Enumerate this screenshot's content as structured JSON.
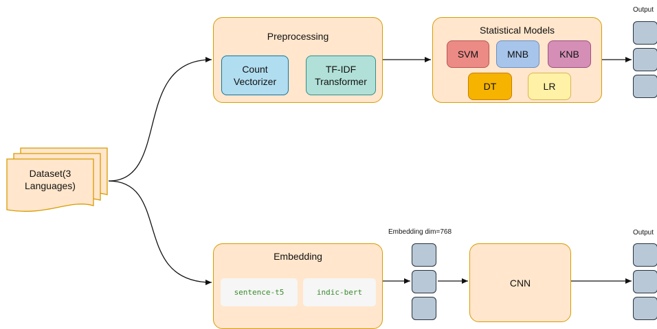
{
  "dataset": {
    "label_line1": "Dataset(3",
    "label_line2": "Languages)"
  },
  "preprocessing": {
    "title": "Preprocessing",
    "count_vectorizer": [
      "Count",
      "Vectorizer"
    ],
    "tfidf": [
      "TF-IDF",
      "Transformer"
    ]
  },
  "statistical_models": {
    "title": "Statistical Models",
    "models": [
      "SVM",
      "MNB",
      "KNB",
      "DT",
      "LR"
    ]
  },
  "embedding": {
    "title": "Embedding",
    "models": [
      "sentence-t5",
      "indic-bert"
    ],
    "dim_label": "Embedding  dim=768"
  },
  "cnn": {
    "label": "CNN"
  },
  "outputs": {
    "top_label": "Output",
    "bottom_label": "Output"
  },
  "colors": {
    "group_fill": "#ffe6cc",
    "group_border": "#d79b00",
    "svm": "#ec8b86",
    "mnb": "#a7c5ea",
    "knb": "#d58fb6",
    "dt": "#f6b300",
    "lr": "#fff1a6",
    "vector": "#b8c8d6",
    "code_text": "#3a8a2e"
  }
}
